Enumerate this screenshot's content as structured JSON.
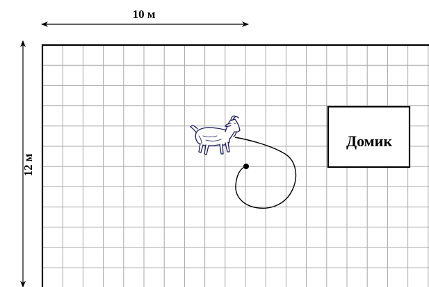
{
  "diagram": {
    "top_dimension_label": "10 м",
    "side_dimension_label": "12 м",
    "house_label": "Домик",
    "grid_color": "#a8a8a8",
    "line_color": "#000000",
    "goat_color": "#1c1c5a",
    "background": "#ffffff"
  },
  "icons": {
    "goat": "goat-icon",
    "stake": "stake-dot"
  }
}
